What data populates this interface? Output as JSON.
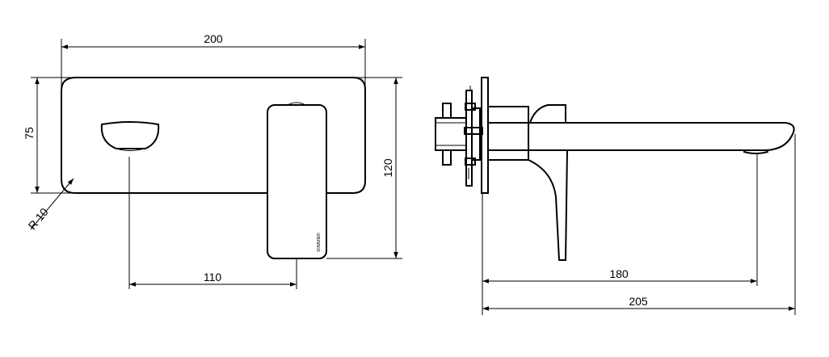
{
  "dimensions": {
    "width_200": "200",
    "height_75": "75",
    "height_120": "120",
    "radius": "R 10",
    "offset_110": "110",
    "reach_180": "180",
    "length_205": "205"
  },
  "brand_mark": "SOMMIER"
}
